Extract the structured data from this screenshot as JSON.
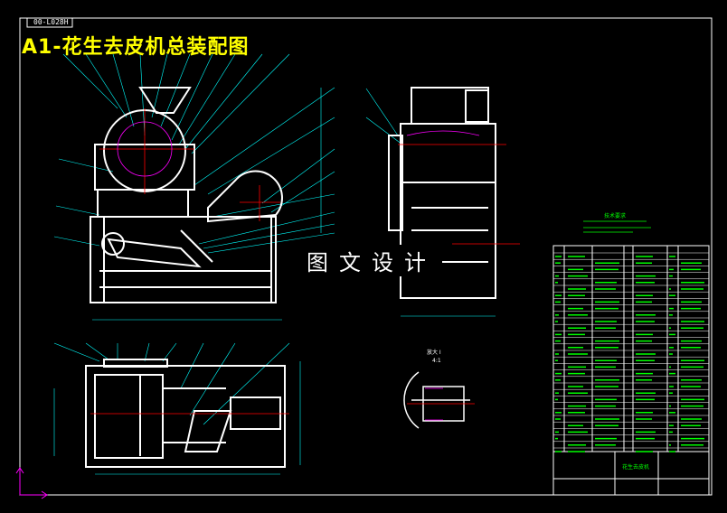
{
  "drawing": {
    "code": "00-L028H",
    "title": "A1-花生去皮机总装配图",
    "watermark": "图文设计",
    "detail_label": "放大 I",
    "detail_scale": "4:1",
    "tech_req_title": "技术要求",
    "title_block_name": "花生去皮机"
  },
  "colors": {
    "background": "#000000",
    "outline": "#ffffff",
    "leader": "#00ffff",
    "center": "#ff0000",
    "text": "#00ff00",
    "title": "#ffff00",
    "hatch": "#ff00ff"
  }
}
